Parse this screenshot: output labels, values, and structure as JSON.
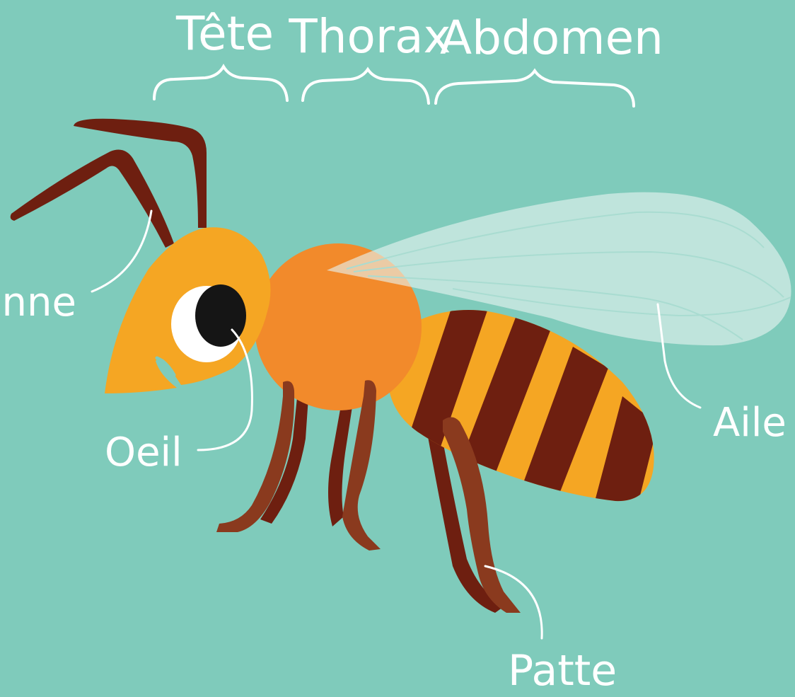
{
  "colors": {
    "background": "#7fcbbb",
    "head": "#f5a623",
    "thorax": "#f28a2b",
    "stripe_light": "#f5a623",
    "stripe_dark": "#6e1f10",
    "antenna": "#6e1f10",
    "leg": "#8a3a1e",
    "leg_dark": "#6e1f10",
    "wing": "#e6f4f0",
    "eye": "#151515",
    "eye_white": "#ffffff",
    "label": "#ffffff"
  },
  "segments": {
    "head": "Tête",
    "thorax": "Thorax",
    "abdomen": "Abdomen"
  },
  "labels": {
    "antenna": "Antenne",
    "eye": "Oeil",
    "wing": "Aile",
    "leg": "Patte"
  }
}
